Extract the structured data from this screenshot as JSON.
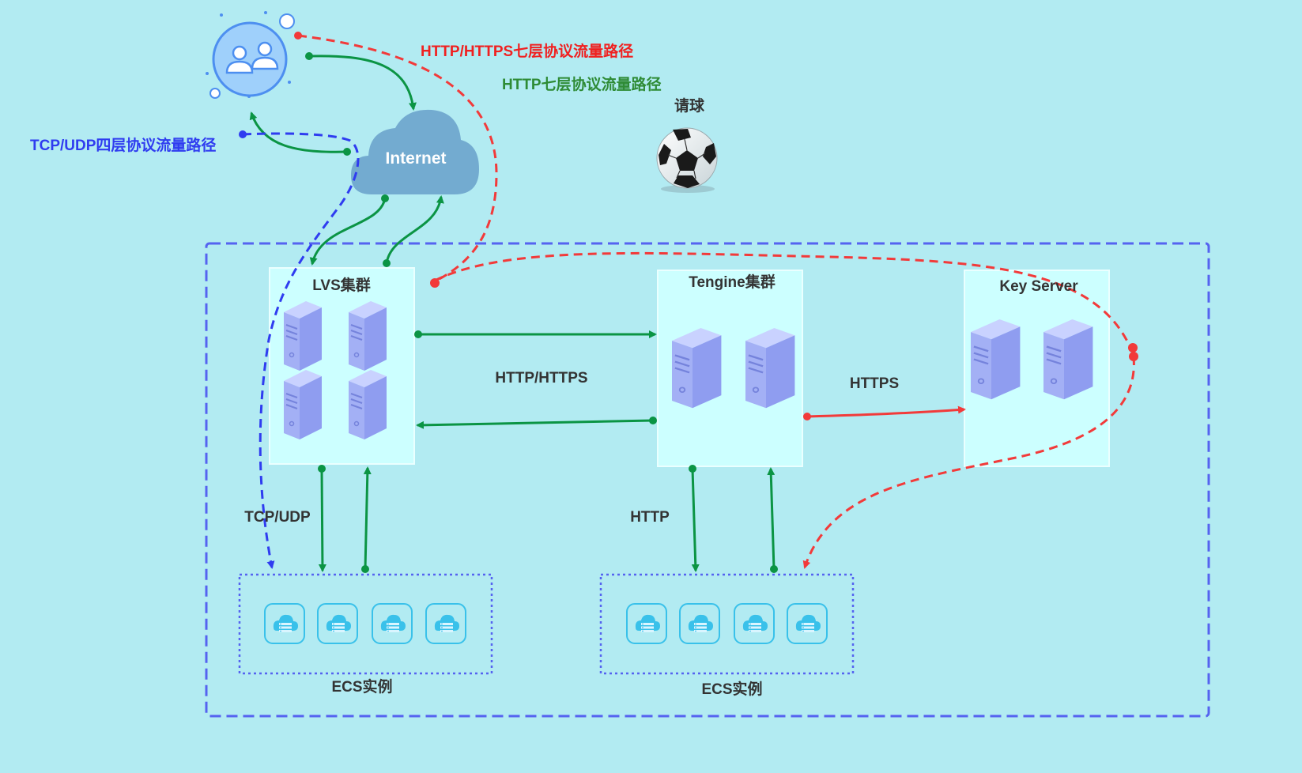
{
  "colors": {
    "background": "#b2ebf2",
    "box_fill": "#ccffff",
    "green_path": "#0b9444",
    "red_path": "#f23a3a",
    "blue_path": "#2f3cf0",
    "container_border": "#5563f0",
    "server_fill": "#a6b4f7",
    "ecs_icon": "#39c1ea",
    "cloud_fill": "#73abd0",
    "users_icon": "#9fd0fb"
  },
  "legend": {
    "https_path": "HTTP/HTTPS七层协议流量路径",
    "http_path": "HTTP七层协议流量路径",
    "tcp_path": "TCP/UDP四层协议流量路径"
  },
  "nodes": {
    "internet": "Internet",
    "ball_label": "请球",
    "lvs": "LVS集群",
    "tengine": "Tengine集群",
    "key_server": "Key Server",
    "ecs_left": "ECS实例",
    "ecs_right": "ECS实例"
  },
  "edges": {
    "lvs_tengine": "HTTP/HTTPS",
    "tengine_key": "HTTPS",
    "lvs_ecs": "TCP/UDP",
    "tengine_ecs": "HTTP"
  },
  "icons": {
    "users": "users-icon",
    "cloud": "cloud-icon",
    "ball": "soccer-ball-icon",
    "server": "server-icon",
    "ecs": "cloud-server-icon"
  }
}
